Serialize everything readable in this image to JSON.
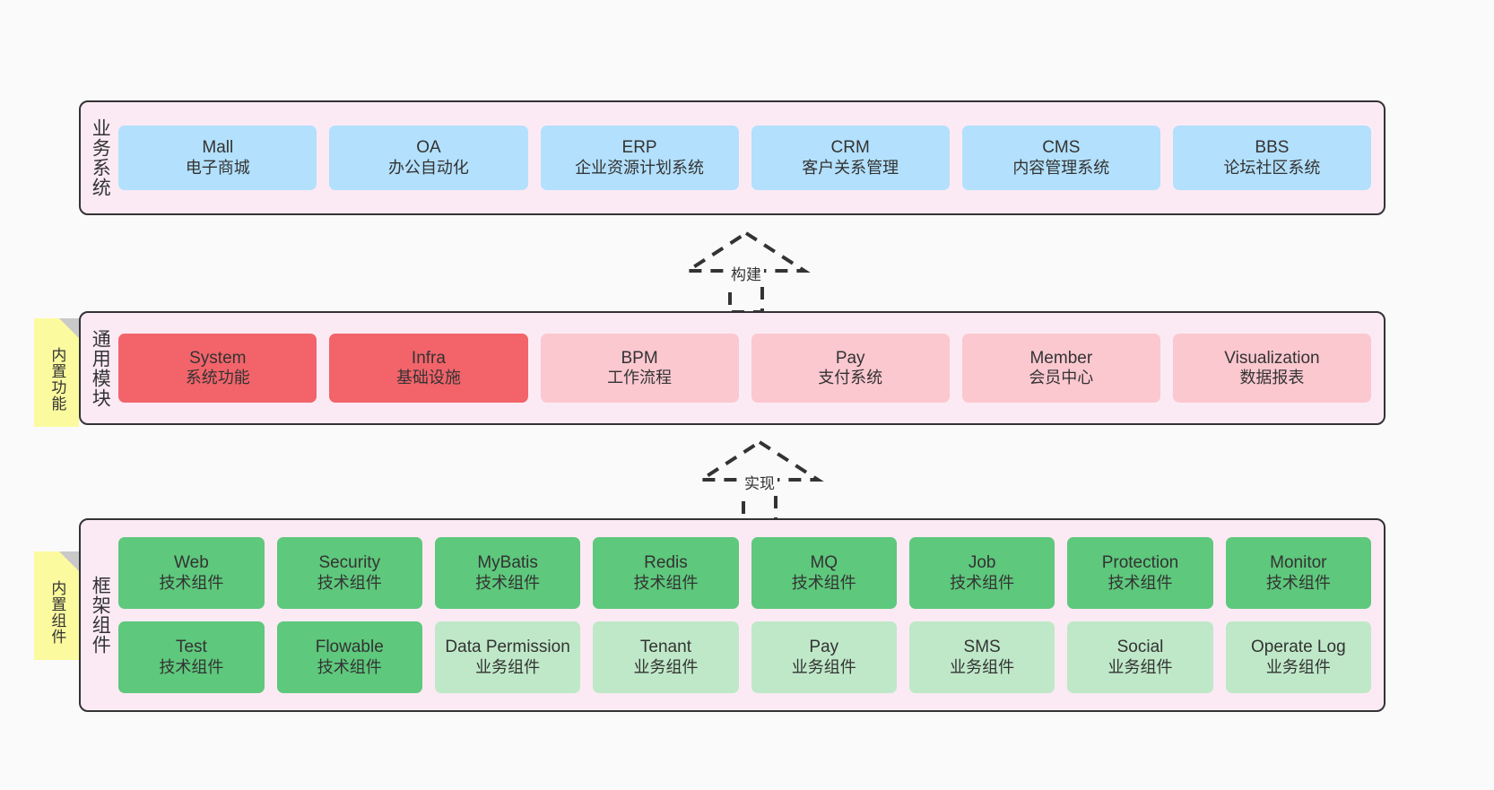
{
  "diagram": {
    "background_color": "#fafafa",
    "panel_color": "#fbeaf4",
    "panel_border_color": "#333333",
    "sticky_color": "#fcfa9e"
  },
  "layers": [
    {
      "id": "business",
      "title": "业务系统",
      "accent": "#b3e0fc",
      "cards": [
        {
          "en": "Mall",
          "cn": "电子商城",
          "style": "blue"
        },
        {
          "en": "OA",
          "cn": "办公自动化",
          "style": "blue"
        },
        {
          "en": "ERP",
          "cn": "企业资源计划系统",
          "style": "blue"
        },
        {
          "en": "CRM",
          "cn": "客户关系管理",
          "style": "blue"
        },
        {
          "en": "CMS",
          "cn": "内容管理系统",
          "style": "blue"
        },
        {
          "en": "BBS",
          "cn": "论坛社区系统",
          "style": "blue"
        }
      ]
    },
    {
      "id": "modules",
      "title": "通用模块",
      "sticky": "内置功能",
      "accent": "#f2646a",
      "cards": [
        {
          "en": "System",
          "cn": "系统功能",
          "style": "red"
        },
        {
          "en": "Infra",
          "cn": "基础设施",
          "style": "red"
        },
        {
          "en": "BPM",
          "cn": "工作流程",
          "style": "pink"
        },
        {
          "en": "Pay",
          "cn": "支付系统",
          "style": "pink"
        },
        {
          "en": "Member",
          "cn": "会员中心",
          "style": "pink"
        },
        {
          "en": "Visualization",
          "cn": "数据报表",
          "style": "pink"
        }
      ]
    },
    {
      "id": "framework",
      "title": "框架组件",
      "sticky": "内置组件",
      "accent": "#5ec87c",
      "rows": [
        [
          {
            "en": "Web",
            "cn": "技术组件",
            "style": "green"
          },
          {
            "en": "Security",
            "cn": "技术组件",
            "style": "green"
          },
          {
            "en": "MyBatis",
            "cn": "技术组件",
            "style": "green"
          },
          {
            "en": "Redis",
            "cn": "技术组件",
            "style": "green"
          },
          {
            "en": "MQ",
            "cn": "技术组件",
            "style": "green"
          },
          {
            "en": "Job",
            "cn": "技术组件",
            "style": "green"
          },
          {
            "en": "Protection",
            "cn": "技术组件",
            "style": "green"
          },
          {
            "en": "Monitor",
            "cn": "技术组件",
            "style": "green"
          }
        ],
        [
          {
            "en": "Test",
            "cn": "技术组件",
            "style": "green"
          },
          {
            "en": "Flowable",
            "cn": "技术组件",
            "style": "green"
          },
          {
            "en": "Data Permission",
            "cn": "业务组件",
            "style": "lightgreen",
            "wrap": true
          },
          {
            "en": "Tenant",
            "cn": "业务组件",
            "style": "lightgreen"
          },
          {
            "en": "Pay",
            "cn": "业务组件",
            "style": "lightgreen"
          },
          {
            "en": "SMS",
            "cn": "业务组件",
            "style": "lightgreen"
          },
          {
            "en": "Social",
            "cn": "业务组件",
            "style": "lightgreen"
          },
          {
            "en": "Operate Log",
            "cn": "业务组件",
            "style": "lightgreen"
          }
        ]
      ]
    }
  ],
  "arrows": [
    {
      "id": "build",
      "label": "构建"
    },
    {
      "id": "impl",
      "label": "实现"
    }
  ]
}
